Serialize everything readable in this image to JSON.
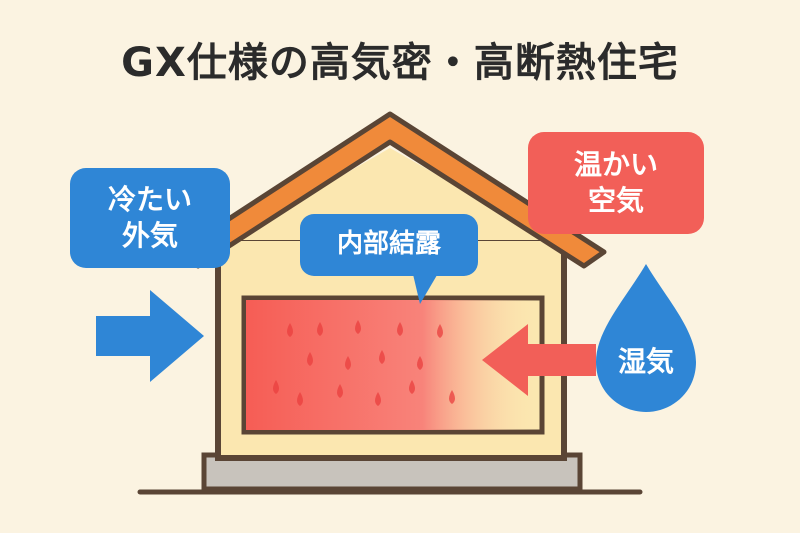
{
  "title": "GX仕様の高気密・高断熱住宅",
  "labels": {
    "cold_air_line1": "冷たい",
    "cold_air_line2": "外気",
    "warm_air_line1": "温かい",
    "warm_air_line2": "空気",
    "condensation": "内部結露",
    "humidity": "湿気"
  },
  "colors": {
    "background": "#fbf3e1",
    "blue": "#2f86d6",
    "red": "#f25f58",
    "roof": "#f08a3a",
    "wall": "#fbe7b0",
    "outline": "#5a4535",
    "foundation": "#c8c3bc"
  },
  "icons": [
    "arrow-right-icon",
    "arrow-left-icon",
    "water-drop-icon"
  ]
}
